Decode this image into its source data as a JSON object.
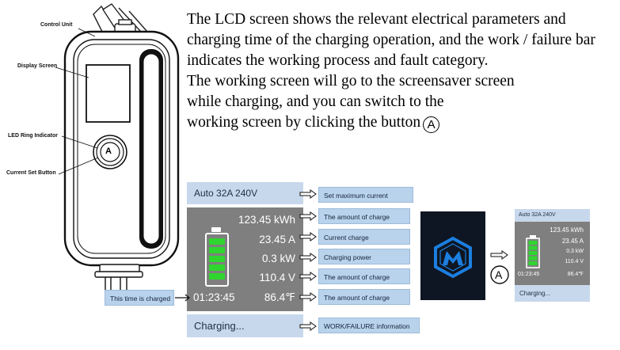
{
  "device_labels": {
    "control_unit": "Control Unit",
    "display_screen": "Display Screen",
    "led_ring": "LED Ring Indicator",
    "set_button": "Current Set Button",
    "button_letter": "A"
  },
  "description": {
    "para1": "The LCD screen shows the relevant electrical parameters and charging time of the charging operation, and the work / failure bar indicates the working process and fault category.",
    "para2_line1": "The working screen will go to the screensaver screen",
    "para2_line2": "while charging, and you can switch to the",
    "para2_line3": "working screen by clicking the button",
    "button_letter": "A"
  },
  "lcd": {
    "top_bar": "Auto 32A 240V",
    "energy": "123.45 kWh",
    "current": "23.45 A",
    "power": "0.3 kW",
    "voltage": "110.4 V",
    "time": "01:23:45",
    "temperature": "86.4℉",
    "status": "Charging...",
    "battery_cells": 5
  },
  "annotations": {
    "set_max_current": "Set maximum current",
    "amount_of_charge_1": "The amount of charge",
    "current_charge": "Current charge",
    "charging_power": "Charging power",
    "amount_of_charge_2": "The amount of charge",
    "amount_of_charge_3": "The amount of charge",
    "work_failure": "WORK/FAILURE information",
    "time_charged": "This time is charged"
  },
  "mini_lcd": {
    "top_bar": "Auto 32A 240V",
    "energy": "123.45 kWh",
    "current": "23.45 A",
    "power": "0.3 kW",
    "voltage": "110.4 V",
    "time": "01:23:45",
    "temperature": "86.4℉",
    "status": "Charging...",
    "button_letter": "A"
  },
  "colors": {
    "lcd_blue": "#c7d8ec",
    "lcd_gray": "#7f7f7f",
    "battery_green": "#2fd62f",
    "logo_blue": "#1c7fe0",
    "screensaver_bg": "#0e1623"
  }
}
